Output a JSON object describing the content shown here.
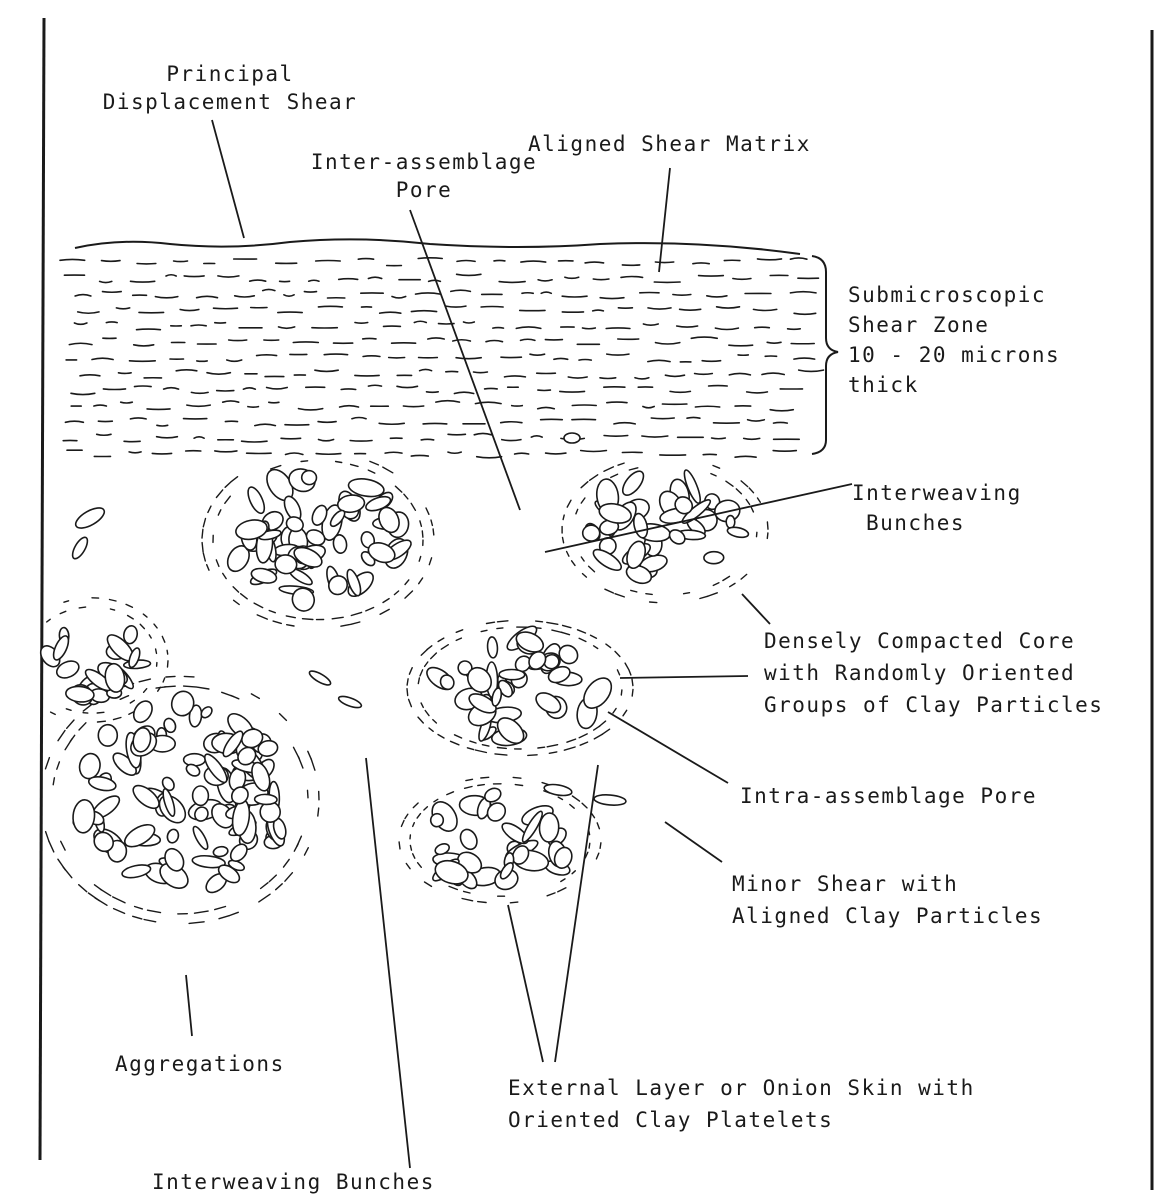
{
  "labels": {
    "principal_displacement_shear": [
      "Principal",
      "Displacement Shear"
    ],
    "aligned_shear_matrix": "Aligned Shear Matrix",
    "inter_assemblage_pore": [
      "Inter-assemblage",
      "Pore"
    ],
    "submicroscopic_shear_zone": [
      "Submicroscopic",
      "Shear Zone",
      "10 - 20 microns",
      "thick"
    ],
    "interweaving_bunches_right": [
      "Interweaving",
      "Bunches"
    ],
    "densely_compacted_core": [
      "Densely Compacted Core",
      "with Randomly Oriented",
      "Groups of Clay Particles"
    ],
    "intra_assemblage_pore": "Intra-assemblage Pore",
    "minor_shear": [
      "Minor Shear with",
      "Aligned Clay Particles"
    ],
    "aggregations": "Aggregations",
    "external_layer": [
      "External Layer or Onion Skin with",
      "Oriented Clay Platelets"
    ],
    "interweaving_bunches_bottom": "Interweaving Bunches"
  },
  "colors": {
    "ink": "#1a1a1a",
    "paper": "#ffffff"
  }
}
